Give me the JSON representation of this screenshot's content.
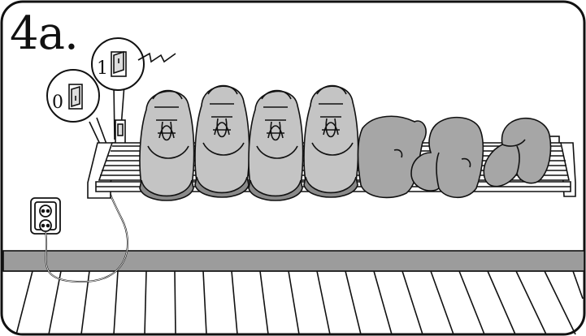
{
  "figure": {
    "step_label": "4a.",
    "switch_on_label": "1",
    "switch_off_label": "0"
  },
  "colors": {
    "outline": "#111111",
    "baseboard": "#9c9c9c",
    "glove_fill": "#a6a6a6",
    "shoe_fill": "#c4c4c4",
    "sole_fill": "#8a8a8a",
    "background": "#ffffff"
  },
  "items": {
    "shoe_count": 4,
    "glove_count": 3
  }
}
